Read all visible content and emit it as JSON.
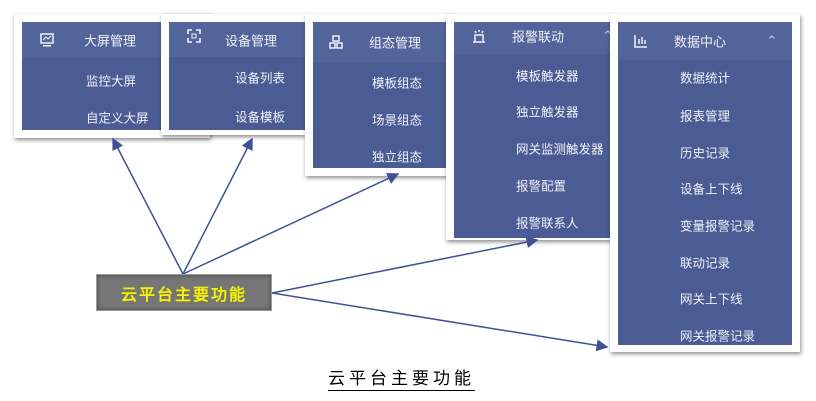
{
  "panels": [
    {
      "title": "大屏管理",
      "icon": "monitor-icon",
      "items": [
        "监控大屏",
        "自定义大屏"
      ]
    },
    {
      "title": "设备管理",
      "icon": "device-grid-icon",
      "items": [
        "设备列表",
        "设备模板"
      ]
    },
    {
      "title": "组态管理",
      "icon": "topology-icon",
      "items": [
        "模板组态",
        "场景组态",
        "独立组态"
      ]
    },
    {
      "title": "报警联动",
      "icon": "alarm-light-icon",
      "items": [
        "模板触发器",
        "独立触发器",
        "网关监测触发器",
        "报警配置",
        "报警联系人"
      ]
    },
    {
      "title": "数据中心",
      "icon": "bar-chart-icon",
      "items": [
        "数据统计",
        "报表管理",
        "历史记录",
        "设备上下线",
        "变量报警记录",
        "联动记录",
        "网关上下线",
        "网关报警记录"
      ]
    }
  ],
  "center_label": "云平台主要功能",
  "caption": "云平台主要功能",
  "colors": {
    "panel": "#4b5b93",
    "header": "#53649b",
    "arrow": "#3f5296",
    "label_bg": "#767676",
    "label_text": "#f6f200"
  }
}
